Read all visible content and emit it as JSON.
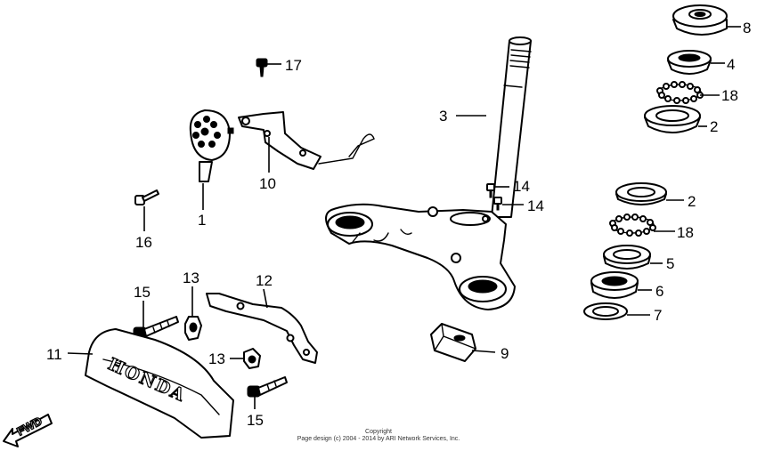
{
  "callouts": {
    "c1": "1",
    "c2a": "2",
    "c2b": "2",
    "c3": "3",
    "c4": "4",
    "c5": "5",
    "c6": "6",
    "c7": "7",
    "c8": "8",
    "c9": "9",
    "c10": "10",
    "c11": "11",
    "c12": "12",
    "c13a": "13",
    "c13b": "13",
    "c14a": "14",
    "c14b": "14",
    "c15a": "15",
    "c15b": "15",
    "c16": "16",
    "c17": "17",
    "c18a": "18",
    "c18b": "18"
  },
  "emblem_text": "HONDA",
  "direction_label": "FWD",
  "copyright": {
    "line1": "Copyright",
    "line2": "Page design (c) 2004 - 2014 by ARI Network Services, Inc."
  }
}
